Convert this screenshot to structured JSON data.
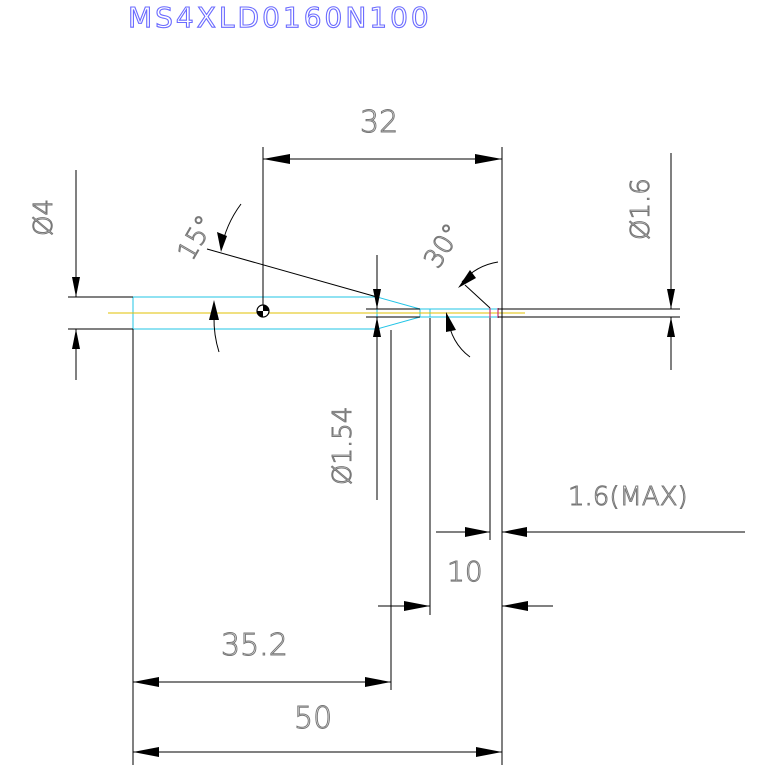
{
  "drawing": {
    "title": "MS4XLD0160N100",
    "dimensions": {
      "d_shank": "Ø4",
      "angle_15": "15°",
      "len_32": "32",
      "angle_30": "30°",
      "d_tip": "Ø1.6",
      "d_neck": "Ø1.54",
      "flute_max": "1.6(MAX)",
      "len_10": "10",
      "len_35_2": "35.2",
      "len_50": "50"
    },
    "colors": {
      "title": "#6b6bff",
      "text": "#777777",
      "tool_outline": "#22c4e6",
      "center_line": "#e0c000"
    }
  }
}
